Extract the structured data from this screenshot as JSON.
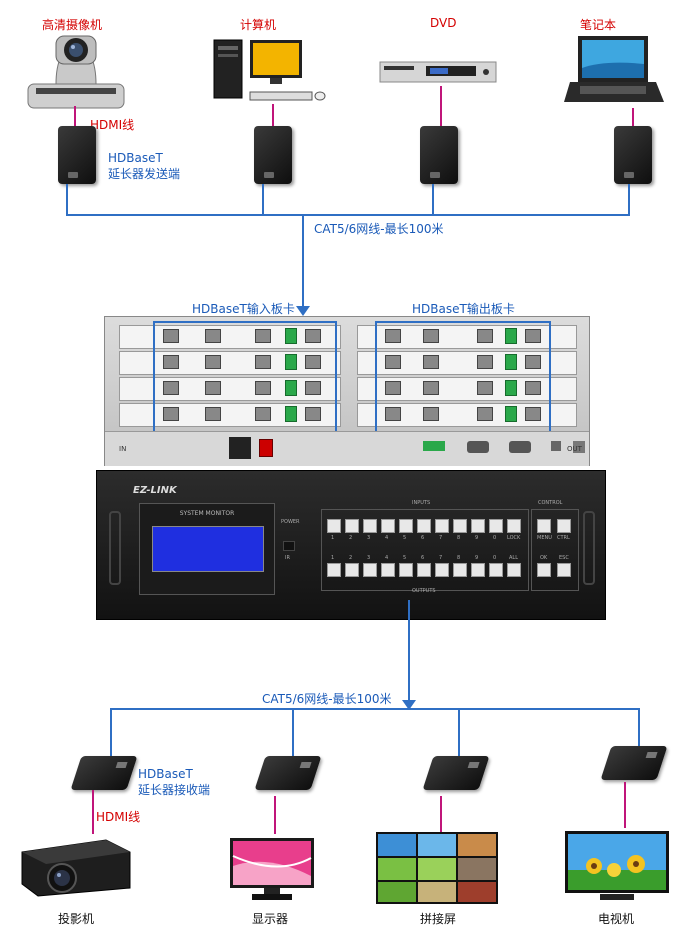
{
  "top_sources": [
    {
      "label": "高清摄像机"
    },
    {
      "label": "计算机"
    },
    {
      "label": "DVD"
    },
    {
      "label": "笔记本"
    }
  ],
  "top_annotations": {
    "hdmi_cable": "HDMI线",
    "sender_line1": "HDBaseT",
    "sender_line2": "延长器发送端"
  },
  "cable_top": "CAT5/6网线-最长100米",
  "card_labels": {
    "input": "HDBaseT输入板卡",
    "output": "HDBaseT输出板卡"
  },
  "chassis": {
    "in_label": "IN",
    "out_label": "OUT"
  },
  "matrix": {
    "brand": "EZ-LINK",
    "monitor_title": "SYSTEM MONITOR",
    "power_label": "POWER",
    "ir_label": "IR",
    "inputs_label": "INPUTS",
    "outputs_label": "OUTPUTS",
    "control_label": "CONTROL",
    "row1_keys": [
      "1",
      "2",
      "3",
      "4",
      "5",
      "6",
      "7",
      "8",
      "9",
      "0",
      "LOCK"
    ],
    "row2_keys": [
      "1",
      "2",
      "3",
      "4",
      "5",
      "6",
      "7",
      "8",
      "9",
      "0",
      "ALL"
    ],
    "ctrl_row1": [
      "MENU",
      "CTRL"
    ],
    "ctrl_row2": [
      "OK",
      "ESC"
    ]
  },
  "cable_bottom": "CAT5/6网线-最长100米",
  "bottom_annotations": {
    "receiver_line1": "HDBaseT",
    "receiver_line2": "延长器接收端",
    "hdmi_cable": "HDMI线"
  },
  "bottom_displays": [
    {
      "label": "投影机"
    },
    {
      "label": "显示器"
    },
    {
      "label": "拼接屏"
    },
    {
      "label": "电视机"
    }
  ],
  "colors": {
    "cable_blue": "#2f6fc4",
    "hdmi_pink": "#c0157a",
    "label_red": "#d40000",
    "label_blue": "#1a5ab8"
  }
}
